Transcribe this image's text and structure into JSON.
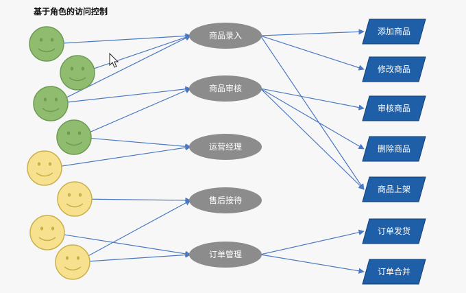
{
  "title": "基于角色的访问控制",
  "users": [
    {
      "id": "u1",
      "tone": "green"
    },
    {
      "id": "u2",
      "tone": "green"
    },
    {
      "id": "u3",
      "tone": "green"
    },
    {
      "id": "u4",
      "tone": "green"
    },
    {
      "id": "u5",
      "tone": "yellow"
    },
    {
      "id": "u6",
      "tone": "yellow"
    },
    {
      "id": "u7",
      "tone": "yellow"
    },
    {
      "id": "u8",
      "tone": "yellow"
    }
  ],
  "roles": [
    {
      "id": "r1",
      "label": "商品录入"
    },
    {
      "id": "r2",
      "label": "商品审核"
    },
    {
      "id": "r3",
      "label": "运营经理"
    },
    {
      "id": "r4",
      "label": "售后接待"
    },
    {
      "id": "r5",
      "label": "订单管理"
    }
  ],
  "permissions": [
    {
      "id": "p1",
      "label": "添加商品"
    },
    {
      "id": "p2",
      "label": "修改商品"
    },
    {
      "id": "p3",
      "label": "审核商品"
    },
    {
      "id": "p4",
      "label": "删除商品"
    },
    {
      "id": "p5",
      "label": "商品上架"
    },
    {
      "id": "p6",
      "label": "订单发货"
    },
    {
      "id": "p7",
      "label": "订单合并"
    }
  ],
  "user_role_edges": [
    [
      "u1",
      "r1"
    ],
    [
      "u2",
      "r1"
    ],
    [
      "u3",
      "r1"
    ],
    [
      "u3",
      "r2"
    ],
    [
      "u4",
      "r2"
    ],
    [
      "u4",
      "r3"
    ],
    [
      "u5",
      "r3"
    ],
    [
      "u6",
      "r4"
    ],
    [
      "u7",
      "r5"
    ],
    [
      "u8",
      "r4"
    ],
    [
      "u8",
      "r5"
    ]
  ],
  "role_permission_edges": [
    [
      "r1",
      "p1"
    ],
    [
      "r1",
      "p2"
    ],
    [
      "r1",
      "p5"
    ],
    [
      "r2",
      "p3"
    ],
    [
      "r2",
      "p4"
    ],
    [
      "r2",
      "p5"
    ],
    [
      "r5",
      "p6"
    ],
    [
      "r5",
      "p7"
    ]
  ],
  "colors": {
    "green_face": "#8fbc6f",
    "green_stroke": "#6e9b52",
    "yellow_face": "#f7e08e",
    "yellow_stroke": "#c9b14a",
    "role_fill": "#8c8c8c",
    "perm_fill": "#1f5fa8",
    "perm_stroke": "#123f75",
    "edge": "#4a78c2"
  }
}
